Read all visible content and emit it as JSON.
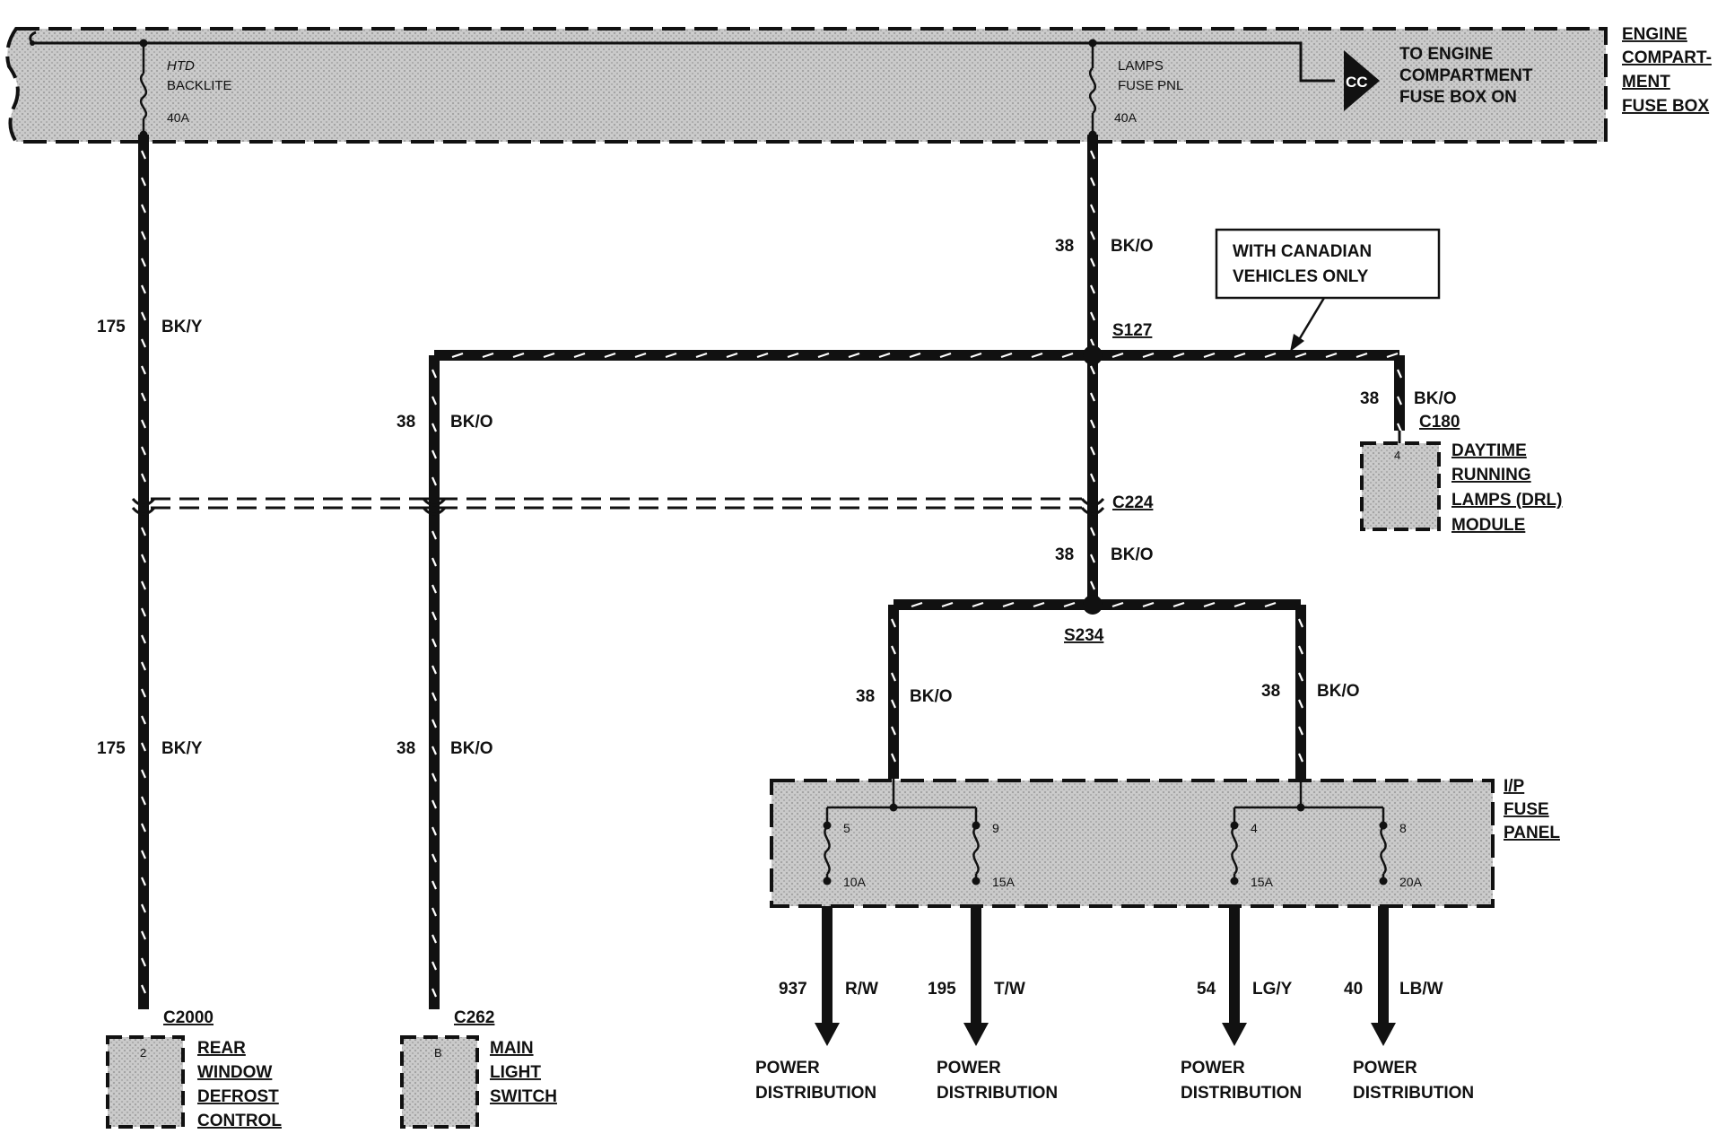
{
  "engine_box": {
    "title_lines": [
      "ENGINE",
      "COMPART-",
      "MENT",
      "FUSE BOX"
    ],
    "fuse_htd": {
      "lines": [
        "HTD",
        "BACKLITE"
      ],
      "rating": "40A"
    },
    "fuse_lamps": {
      "lines": [
        "LAMPS",
        "FUSE PNL"
      ],
      "rating": "40A"
    },
    "connector_cc": "CC",
    "to_engine_lines": [
      "TO ENGINE",
      "COMPARTMENT",
      "FUSE BOX ON"
    ]
  },
  "wires": {
    "w175_upper": {
      "circuit": "175",
      "color": "BK/Y"
    },
    "w175_lower": {
      "circuit": "175",
      "color": "BK/Y"
    },
    "w38_top": {
      "circuit": "38",
      "color": "BK/O"
    },
    "w38_left_upper": {
      "circuit": "38",
      "color": "BK/O"
    },
    "w38_left_lower": {
      "circuit": "38",
      "color": "BK/O"
    },
    "w38_drl": {
      "circuit": "38",
      "color": "BK/O"
    },
    "w38_mid": {
      "circuit": "38",
      "color": "BK/O"
    },
    "w38_ip_left": {
      "circuit": "38",
      "color": "BK/O"
    },
    "w38_ip_right": {
      "circuit": "38",
      "color": "BK/O"
    },
    "w937": {
      "circuit": "937",
      "color": "R/W"
    },
    "w195": {
      "circuit": "195",
      "color": "T/W"
    },
    "w54": {
      "circuit": "54",
      "color": "LG/Y"
    },
    "w40": {
      "circuit": "40",
      "color": "LB/W"
    }
  },
  "splices": {
    "s127": "S127",
    "s234": "S234"
  },
  "connectors": {
    "c224": "C224",
    "c180": "C180",
    "c2000": "C2000",
    "c262": "C262"
  },
  "callout": {
    "lines": [
      "WITH CANADIAN",
      "VEHICLES ONLY"
    ]
  },
  "drl_module": {
    "pin": "4",
    "lines": [
      "DAYTIME",
      "RUNNING",
      "LAMPS (DRL)",
      "MODULE"
    ]
  },
  "ip_panel": {
    "title_lines": [
      "I/P",
      "FUSE",
      "PANEL"
    ],
    "fuses": [
      {
        "number": "5",
        "rating": "10A"
      },
      {
        "number": "9",
        "rating": "15A"
      },
      {
        "number": "4",
        "rating": "15A"
      },
      {
        "number": "8",
        "rating": "20A"
      }
    ]
  },
  "rear_defrost": {
    "pin": "2",
    "lines": [
      "REAR",
      "WINDOW",
      "DEFROST",
      "CONTROL"
    ]
  },
  "main_light": {
    "pin": "B",
    "lines": [
      "MAIN",
      "LIGHT",
      "SWITCH"
    ]
  },
  "power_distribution": [
    {
      "lines": [
        "POWER",
        "DISTRIBUTION"
      ]
    },
    {
      "lines": [
        "POWER",
        "DISTRIBUTION"
      ]
    },
    {
      "lines": [
        "POWER",
        "DISTRIBUTION"
      ]
    },
    {
      "lines": [
        "POWER",
        "DISTRIBUTION"
      ]
    }
  ]
}
